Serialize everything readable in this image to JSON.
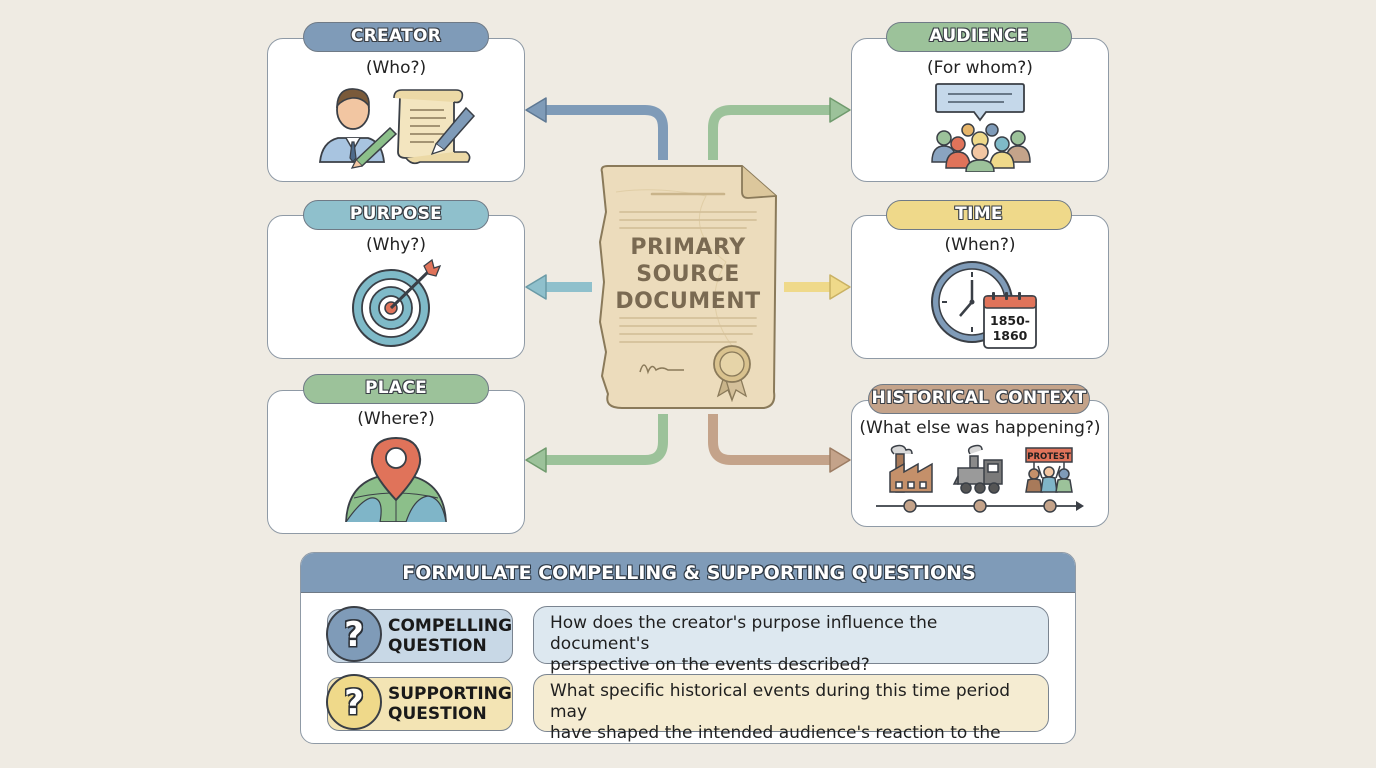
{
  "center": {
    "title_lines": [
      "PRIMARY",
      "SOURCE",
      "DOCUMENT"
    ]
  },
  "cards": {
    "creator": {
      "title": "CREATOR",
      "question": "(Who?)"
    },
    "purpose": {
      "title": "PURPOSE",
      "question": "(Why?)"
    },
    "place": {
      "title": "PLACE",
      "question": "(Where?)"
    },
    "audience": {
      "title": "AUDIENCE",
      "question": "(For whom?)"
    },
    "time": {
      "title": "TIME",
      "question": "(When?)",
      "calendar_text": [
        "1850-",
        "1860"
      ]
    },
    "context": {
      "title": "HISTORICAL CONTEXT",
      "question": "(What else was happening?)",
      "sign_text": "PROTEST"
    }
  },
  "questions": {
    "header": "FORMULATE COMPELLING & SUPPORTING QUESTIONS",
    "compelling": {
      "label_lines": [
        "COMPELLING",
        "QUESTION"
      ],
      "text_lines": [
        "How does the creator's purpose influence the document's",
        "perspective on the events described?"
      ]
    },
    "supporting": {
      "label_lines": [
        "SUPPORTING",
        "QUESTION"
      ],
      "text_lines": [
        "What specific historical events during this time period may",
        "have shaped the intended audience's reaction to the source?"
      ]
    }
  },
  "colors": {
    "creator": "#7f9bb8",
    "purpose": "#8fc0cc",
    "place": "#9cc29a",
    "audience": "#9cc29a",
    "time": "#efd98a",
    "context": "#c4a38a",
    "compelling_bubble": "#dde8f0",
    "supporting_bubble": "#f5ecd2",
    "document": "#ecdcbc"
  }
}
